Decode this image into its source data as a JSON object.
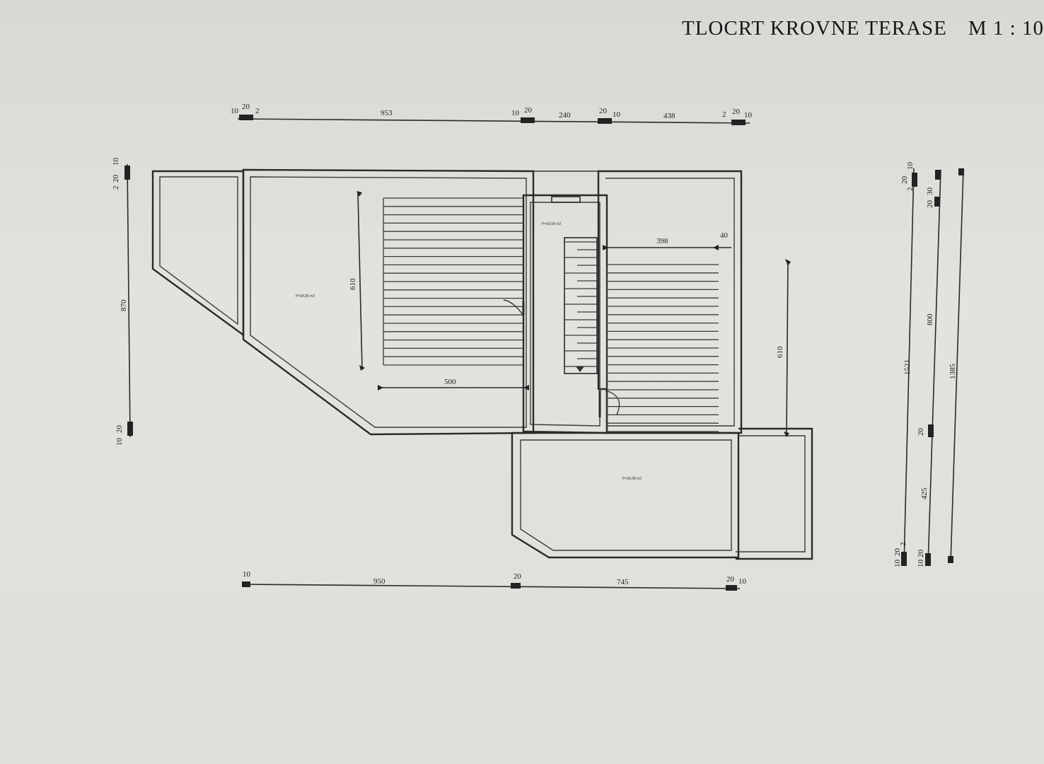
{
  "title": {
    "text": "TLOCRT KROVNE TERASE",
    "scale": "M 1 : 10"
  },
  "dims_top": {
    "a1": "10",
    "a2": "20",
    "a3": "2",
    "main1": "953",
    "b1": "10",
    "b2": "20",
    "main2": "240",
    "c1": "20",
    "c2": "10",
    "main3": "438",
    "d1": "2",
    "d2": "20",
    "d3": "10"
  },
  "dims_bottom": {
    "a1": "10",
    "main1": "950",
    "b1": "20",
    "main2": "745",
    "c1": "20",
    "c2": "10"
  },
  "dims_left": {
    "t1": "20",
    "t2": "10",
    "t3": "2",
    "main": "870",
    "b1": "20",
    "b2": "10"
  },
  "dims_right": {
    "r1_t1": "20",
    "r1_t2": "10",
    "r1_t3": "2",
    "r1_main": "1521",
    "r1_b1": "10",
    "r1_b2": "20",
    "r1_b3": "2",
    "r2_t1": "20",
    "r2_t2": "30",
    "r2_main_a": "800",
    "r2_mid": "20",
    "r2_main_b": "425",
    "r2_b1": "10",
    "r2_b2": "20",
    "r3_main": "1385"
  },
  "interior_dims": {
    "left_v": "610",
    "left_h": "500",
    "right_h": "398",
    "right_h_small": "40",
    "right_v": "610"
  },
  "room_labels": {
    "left": "P=28,85 m2",
    "stair": "P=18,08 m2",
    "right": "P=36,08 m2"
  }
}
